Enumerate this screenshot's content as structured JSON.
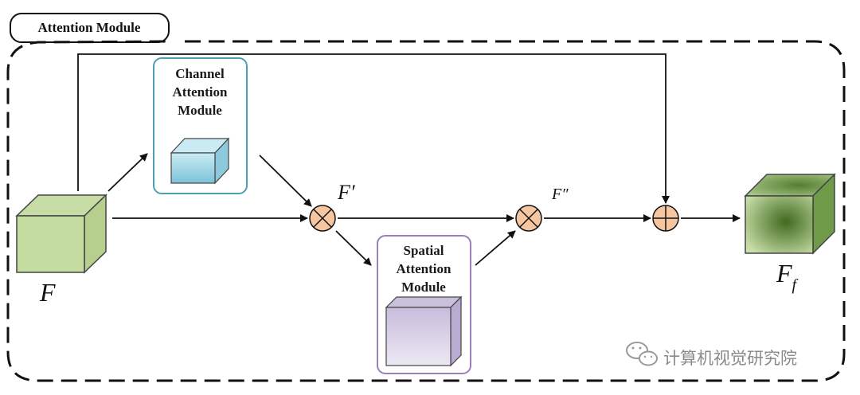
{
  "title": "Attention Module",
  "channel_module": {
    "line1": "Channel",
    "line2": "Attention",
    "line3": "Module"
  },
  "spatial_module": {
    "line1": "Spatial",
    "line2": "Attention",
    "line3": "Module"
  },
  "symbols": {
    "input": "F",
    "f_prime": "F′",
    "f_double_prime": "F″",
    "output_base": "F",
    "output_sub": "f"
  },
  "operators": {
    "multiply": "⊗",
    "add": "⊕"
  },
  "watermark": "计算机视觉研究院",
  "colors": {
    "input_cube": "#c5dca0",
    "channel_cube": "#a9d6e5",
    "spatial_cube": "#d2cce0",
    "output_cube": "#7fa45a",
    "operator_fill": "#f5c6a0",
    "channel_border": "#4d9fb0",
    "spatial_border": "#9a80b8"
  }
}
